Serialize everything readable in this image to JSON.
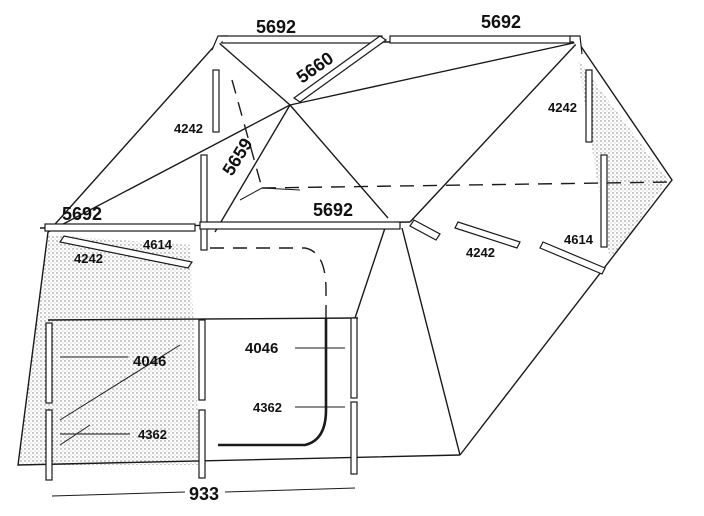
{
  "diagram": {
    "ridge_left_label": "5692",
    "ridge_right_label": "5692",
    "eave_left_label": "5692",
    "eave_right_label": "5692",
    "center_pole_label": "5660",
    "center_diagonal_label": "5659",
    "left_rafter_label": "4242",
    "left_lower_rafter_label": "4242",
    "right_rafter_label": "4242",
    "right_lower_rafter_label": "4242",
    "left_short_label": "4614",
    "right_short_label": "4614",
    "upright_left_label": "4046",
    "upright_center_label": "4046",
    "leg_left_label": "4362",
    "leg_door_label": "4362",
    "spacing_label": "933"
  },
  "colors": {
    "line": "#1a1a1a",
    "shade": "#bdbdbd",
    "paper": "#ffffff"
  }
}
